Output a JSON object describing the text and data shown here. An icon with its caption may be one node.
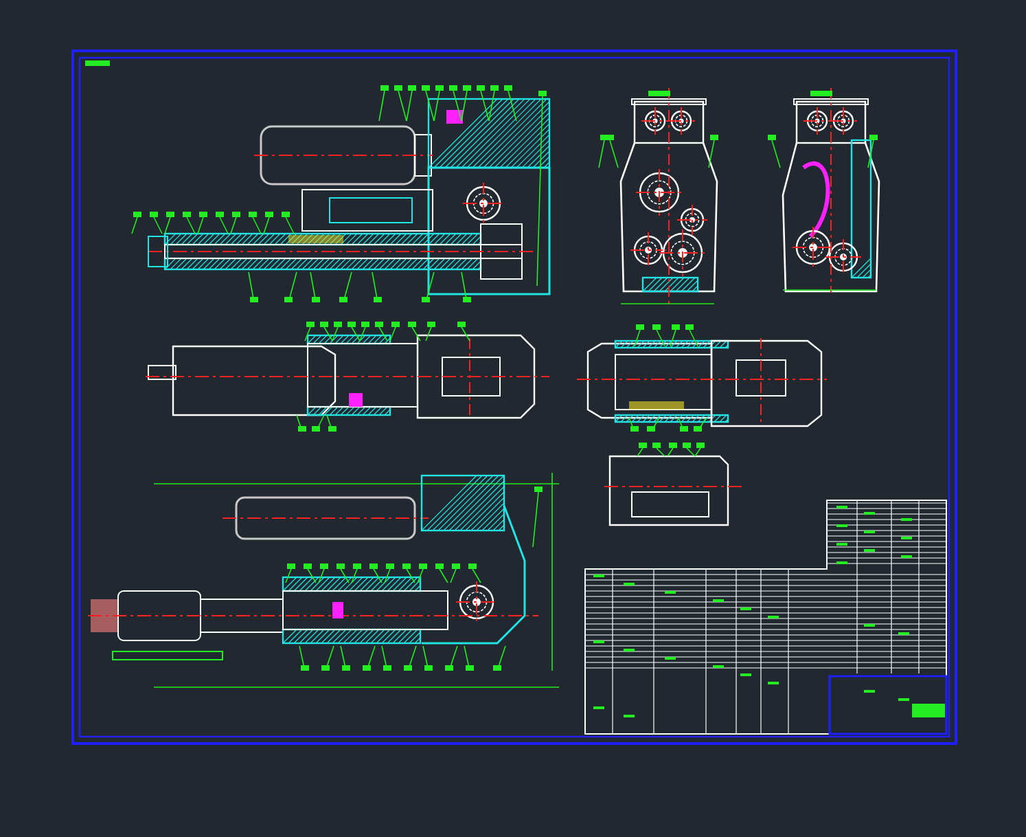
{
  "diagram": {
    "nodes": [
      {
        "text": [],
        "shape": "picture"
      },
      {
        "text": [],
        "shape": "picture"
      },
      {
        "text": [],
        "shape": "picture"
      },
      {
        "text": [],
        "shape": "picture"
      },
      {
        "text": [],
        "shape": "picture"
      },
      {
        "text": [],
        "shape": "picture"
      },
      {
        "text": [],
        "shape": "picture"
      },
      {
        "text": [],
        "shape": "box"
      }
    ]
  }
}
